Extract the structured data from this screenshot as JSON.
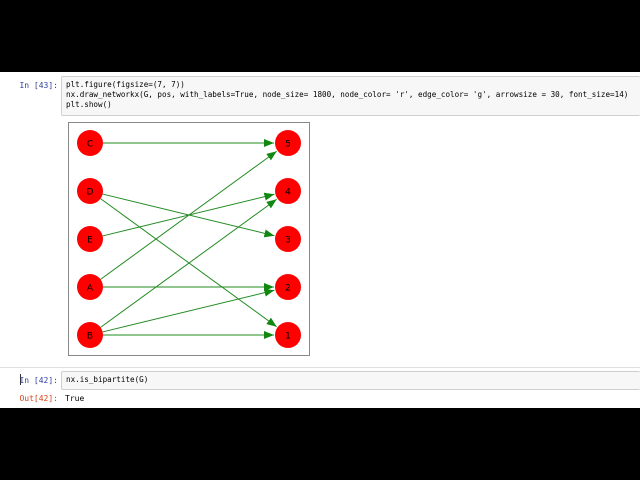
{
  "cells": [
    {
      "prompt": "In [43]:",
      "code_lines": [
        "plt.figure(figsize=(7, 7))",
        "nx.draw_networkx(G, pos, with_labels=True, node_size= 1800, node_color= 'r', edge_color= 'g', arrowsize = 30, font_size=14)",
        "plt.show()"
      ]
    },
    {
      "prompt": "In [42]:",
      "code_lines": [
        "nx.is_bipartite(G)"
      ],
      "out_prompt": "Out[42]:",
      "output": "True"
    }
  ],
  "graph": {
    "node_color": "#ff0000",
    "edge_color": "#228b22",
    "left_nodes": [
      "C",
      "D",
      "E",
      "A",
      "B"
    ],
    "right_nodes": [
      "5",
      "4",
      "3",
      "2",
      "1"
    ],
    "edges": [
      [
        "C",
        "5"
      ],
      [
        "D",
        "3"
      ],
      [
        "D",
        "1"
      ],
      [
        "E",
        "4"
      ],
      [
        "A",
        "5"
      ],
      [
        "A",
        "2"
      ],
      [
        "B",
        "4"
      ],
      [
        "B",
        "2"
      ],
      [
        "B",
        "1"
      ]
    ]
  }
}
